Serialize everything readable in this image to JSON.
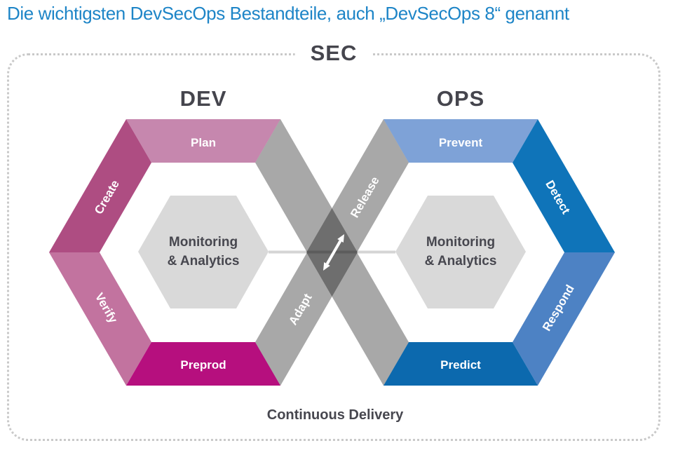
{
  "title": {
    "text": "Die wichtigsten DevSecOps Bestandteile, auch „DevSecOps 8“ genannt",
    "color": "#1e85c7"
  },
  "frame": {
    "sec_label": "SEC"
  },
  "dev_loop": {
    "heading": "DEV",
    "plan": {
      "label": "Plan",
      "color": "#c687ae"
    },
    "create": {
      "label": "Create",
      "color": "#ae4d82"
    },
    "verify": {
      "label": "Verify",
      "color": "#c2739f"
    },
    "preprod": {
      "label": "Preprod",
      "color": "#b60f7e"
    },
    "center": {
      "line1": "Monitoring",
      "line2": "& Analytics",
      "color": "#d9d9d9"
    }
  },
  "ops_loop": {
    "heading": "OPS",
    "prevent": {
      "label": "Prevent",
      "color": "#7ea2d7"
    },
    "detect": {
      "label": "Detect",
      "color": "#0f74b9"
    },
    "respond": {
      "label": "Respond",
      "color": "#4d82c4"
    },
    "predict": {
      "label": "Predict",
      "color": "#0c69ae"
    },
    "center": {
      "line1": "Monitoring",
      "line2": "& Analytics",
      "color": "#d9d9d9"
    }
  },
  "cross_bands": {
    "release": {
      "label": "Release"
    },
    "adapt": {
      "label": "Adapt"
    },
    "band_color": "rgba(0,0,0,0.34)",
    "connector_color": "#d5d5d5"
  },
  "footer": {
    "continuous_delivery": "Continuous Delivery"
  }
}
